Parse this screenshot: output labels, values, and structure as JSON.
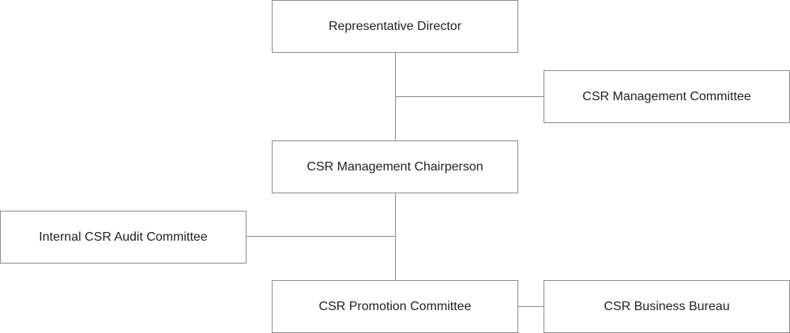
{
  "nodes": {
    "representative_director": "Representative Director",
    "csr_management_committee": "CSR Management Committee",
    "csr_management_chairperson": "CSR Management Chairperson",
    "internal_csr_audit_committee": "Internal CSR Audit Committee",
    "csr_promotion_committee": "CSR Promotion Committee",
    "csr_business_bureau": "CSR Business Bureau"
  },
  "colors": {
    "border": "#8c8c8c",
    "text": "#222222",
    "background": "#ffffff"
  }
}
